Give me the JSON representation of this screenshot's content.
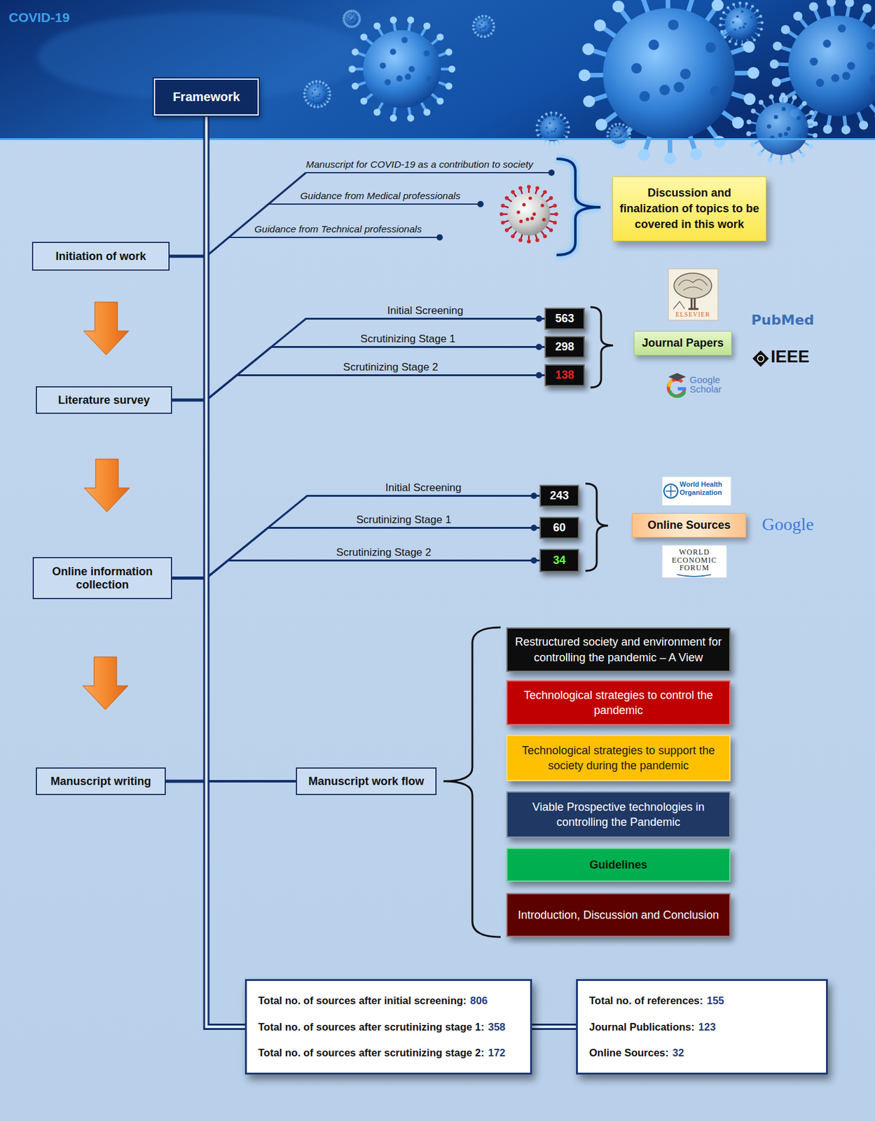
{
  "diagram": {
    "nodes": [
      {
        "text": [
          "Framework"
        ]
      },
      {
        "text": [
          "Initiation of work"
        ]
      },
      {
        "text": [
          "Discussion and finalization of topics to be covered in this work"
        ]
      },
      {
        "text": [
          "Literature survey"
        ]
      },
      {
        "text": [
          "563"
        ]
      },
      {
        "text": [
          "298"
        ]
      },
      {
        "text": [
          "138"
        ]
      },
      {
        "text": [
          "Journal Papers"
        ]
      },
      {
        "text": [
          "Online information collection"
        ]
      },
      {
        "text": [
          "243"
        ]
      },
      {
        "text": [
          "60"
        ]
      },
      {
        "text": [
          "34"
        ]
      },
      {
        "text": [
          "Online Sources"
        ]
      },
      {
        "text": [
          "Manuscript writing"
        ]
      },
      {
        "text": [
          "Manuscript work flow"
        ]
      },
      {
        "text": [
          "Restructured society and environment for controlling the pandemic – A View"
        ]
      },
      {
        "text": [
          "Technological strategies to control the pandemic"
        ]
      },
      {
        "text": [
          "Technological strategies to support the society during the pandemic"
        ]
      },
      {
        "text": [
          "Viable Prospective technologies in controlling the Pandemic"
        ]
      },
      {
        "text": [
          "Guidelines"
        ]
      },
      {
        "text": [
          "Introduction, Discussion and Conclusion"
        ]
      },
      {
        "text": [
          "Total no. of sources after initial screening:",
          "806",
          "Total no. of sources after scrutinizing stage 1:",
          "358",
          "Total no. of sources after scrutinizing stage 2:",
          "172"
        ]
      },
      {
        "text": [
          "Total no. of references:",
          "155",
          "Journal Publications:",
          "123",
          "Online Sources:",
          "32"
        ]
      }
    ],
    "edges": [
      {
        "from": 0,
        "to": 1,
        "arrow": "none"
      },
      {
        "from": 0,
        "to": 3,
        "arrow": "none"
      },
      {
        "from": 0,
        "to": 8,
        "arrow": "none"
      },
      {
        "from": 0,
        "to": 13,
        "arrow": "none"
      },
      {
        "from": 0,
        "to": 21,
        "arrow": "none"
      },
      {
        "from": 21,
        "to": 22,
        "arrow": "none"
      },
      {
        "from": 1,
        "to": 3,
        "arrow": "to"
      },
      {
        "from": 3,
        "to": 8,
        "arrow": "to"
      },
      {
        "from": 8,
        "to": 13,
        "arrow": "to"
      },
      {
        "from": 3,
        "to": 4,
        "label": "Initial Screening",
        "arrow": "none"
      },
      {
        "from": 3,
        "to": 5,
        "label": "Scrutinizing Stage 1",
        "arrow": "none"
      },
      {
        "from": 3,
        "to": 6,
        "label": "Scrutinizing Stage 2",
        "arrow": "none"
      },
      {
        "from": 8,
        "to": 9,
        "label": "Initial Screening",
        "arrow": "none"
      },
      {
        "from": 8,
        "to": 10,
        "label": "Scrutinizing Stage 1",
        "arrow": "none"
      },
      {
        "from": 8,
        "to": 11,
        "label": "Scrutinizing Stage 2",
        "arrow": "none"
      },
      {
        "from": 13,
        "to": 14,
        "arrow": "none"
      }
    ],
    "labels": [
      "COVID-19",
      "Manuscript for COVID-19 as a contribution to society",
      "Guidance from Medical professionals",
      "Guidance from Technical professionals",
      "ELSEVIER",
      "PubMed",
      "IEEE",
      "Google Scholar",
      "World Health Organization",
      "Google",
      "WORLD ECONOMIC FORUM"
    ]
  }
}
